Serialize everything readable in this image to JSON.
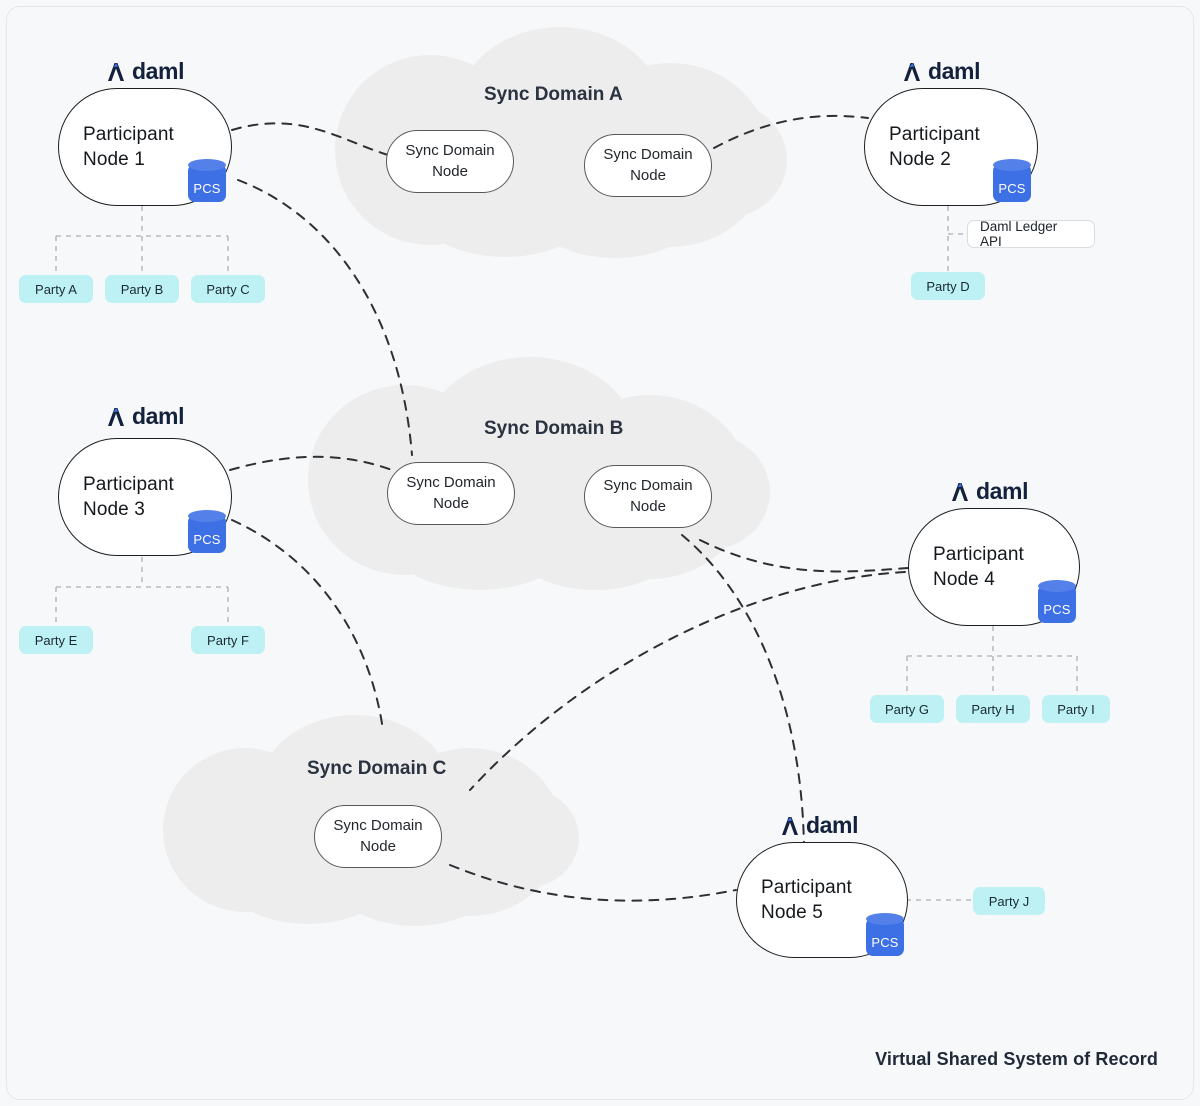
{
  "diagram": {
    "footer_label": "Virtual Shared System of Record",
    "brand_wordmark": "daml",
    "pcs_label": "PCS",
    "colors": {
      "background": "#f7f8f9",
      "cloud": "#ededee",
      "party_chip": "#bdf1f3",
      "pcs_badge": "#3d6fe5",
      "brand_navy": "#13213d",
      "node_border": "#1d1f22",
      "connector": "#2c2f33"
    }
  },
  "participants": [
    {
      "id": "pn1",
      "label": "Participant\nNode 1",
      "brand": "daml",
      "pcs": "PCS"
    },
    {
      "id": "pn2",
      "label": "Participant\nNode 2",
      "brand": "daml",
      "pcs": "PCS"
    },
    {
      "id": "pn3",
      "label": "Participant\nNode 3",
      "brand": "daml",
      "pcs": "PCS"
    },
    {
      "id": "pn4",
      "label": "Participant\nNode 4",
      "brand": "daml",
      "pcs": "PCS"
    },
    {
      "id": "pn5",
      "label": "Participant\nNode 5",
      "brand": "daml",
      "pcs": "PCS"
    }
  ],
  "domains": [
    {
      "id": "sda",
      "title": "Sync Domain A",
      "nodes": [
        {
          "label": "Sync Domain\nNode"
        },
        {
          "label": "Sync Domain\nNode"
        }
      ]
    },
    {
      "id": "sdb",
      "title": "Sync Domain B",
      "nodes": [
        {
          "label": "Sync Domain\nNode"
        },
        {
          "label": "Sync Domain\nNode"
        }
      ]
    },
    {
      "id": "sdc",
      "title": "Sync Domain C",
      "nodes": [
        {
          "label": "Sync Domain\nNode"
        }
      ]
    }
  ],
  "parties": [
    {
      "id": "a",
      "label": "Party A",
      "participant": "pn1"
    },
    {
      "id": "b",
      "label": "Party B",
      "participant": "pn1"
    },
    {
      "id": "c",
      "label": "Party C",
      "participant": "pn1"
    },
    {
      "id": "d",
      "label": "Party D",
      "participant": "pn2"
    },
    {
      "id": "e",
      "label": "Party E",
      "participant": "pn3"
    },
    {
      "id": "f",
      "label": "Party F",
      "participant": "pn3"
    },
    {
      "id": "g",
      "label": "Party G",
      "participant": "pn4"
    },
    {
      "id": "h",
      "label": "Party H",
      "participant": "pn4"
    },
    {
      "id": "i",
      "label": "Party I",
      "participant": "pn4"
    },
    {
      "id": "j",
      "label": "Party J",
      "participant": "pn5"
    }
  ],
  "annotations": [
    {
      "id": "ledger-api",
      "label": "Daml Ledger API",
      "participant": "pn2"
    }
  ]
}
